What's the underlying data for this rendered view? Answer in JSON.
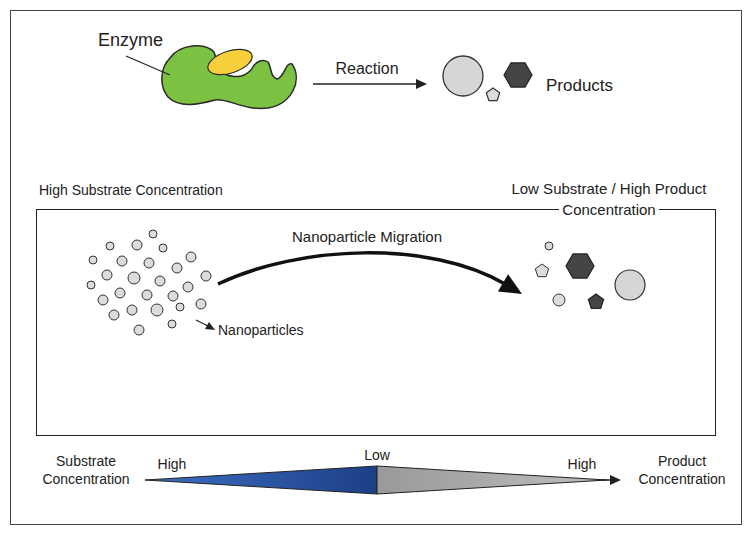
{
  "diagram": {
    "nodes": [
      {
        "text": [
          "High Substrate Concentration",
          "Low Substrate / High Product Concentration"
        ]
      }
    ],
    "labels": [
      "Enzyme",
      "Reaction",
      "Products",
      "Nanoparticle Migration",
      "Nanoparticles",
      "Substrate Concentration",
      "High",
      "Low",
      "High",
      "Product Concentration"
    ]
  }
}
